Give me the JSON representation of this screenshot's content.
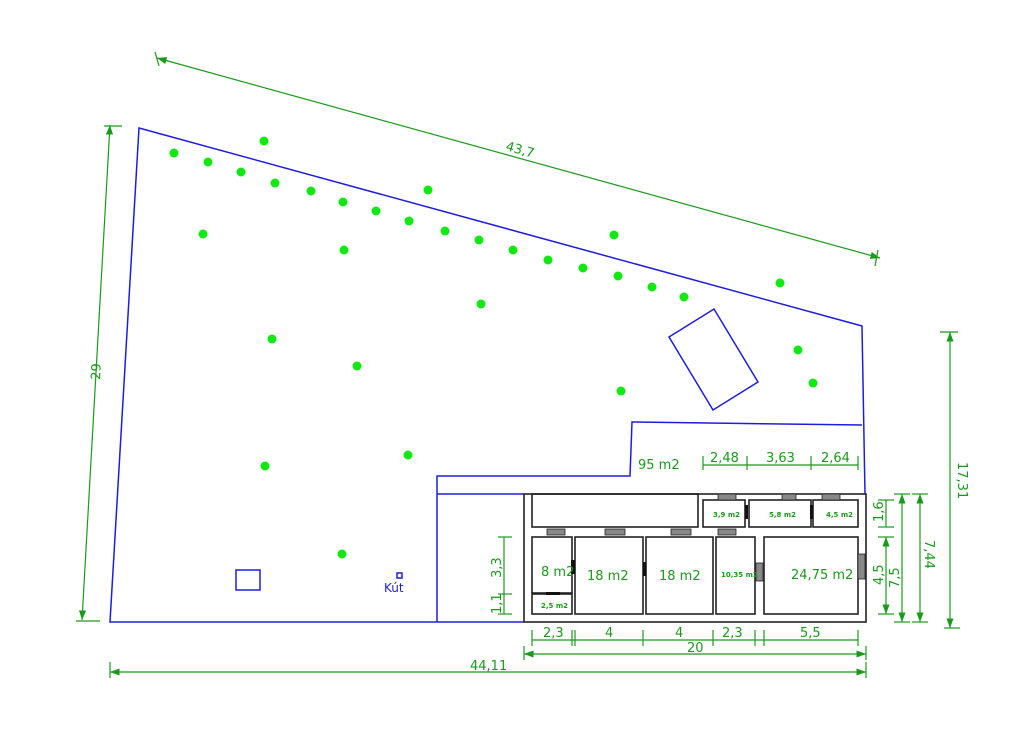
{
  "dimensions": {
    "top_edge": "43,7",
    "left_edge": "29",
    "right_total": "17,31",
    "bottom_total": "44,11",
    "building_width": "20",
    "building_depth_a": "7,44",
    "building_depth_b": "7,5",
    "room_depth": "4,5",
    "small_room_depth": "1,6",
    "side_a": "3,3",
    "side_b": "1,1",
    "bottom_segments": [
      "2,3",
      "4",
      "4",
      "2,3",
      "5,5"
    ],
    "top_segments": [
      "2,48",
      "3,63",
      "2,64"
    ]
  },
  "areas": {
    "yard": "95 m2",
    "rooms": [
      "8 m2",
      "2,5 m2",
      "18 m2",
      "18 m2",
      "10,35 m2",
      "24,75 m2",
      "3,9 m2",
      "5,8 m2",
      "4,5 m2"
    ]
  },
  "labels": {
    "well": "Kút"
  },
  "colors": {
    "dimension": "#1a9a1a",
    "boundary": "#1d1de0",
    "tree": "#11e811",
    "wall": "#222222"
  }
}
